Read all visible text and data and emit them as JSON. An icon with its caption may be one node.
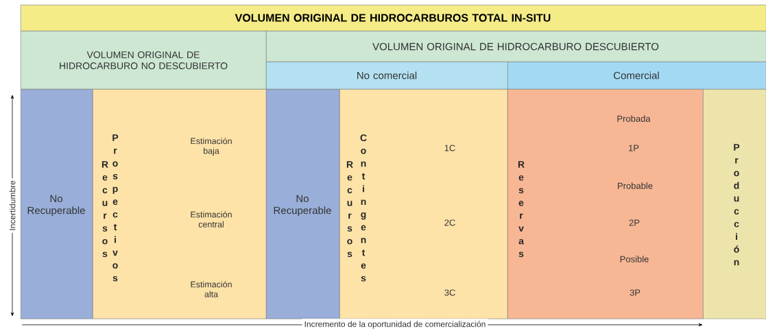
{
  "diagram": {
    "nodes": [
      {
        "text": [
          "VOLUMEN ORIGINAL DE HIDROCARBUROS TOTAL IN-SITU"
        ]
      },
      {
        "text": [
          "VOLUMEN ORIGINAL DE HIDROCARBURO NO DESCUBIERTO"
        ]
      },
      {
        "text": [
          "VOLUMEN ORIGINAL DE HIDROCARBURO DESCUBIERTO"
        ]
      },
      {
        "text": [
          "No comercial"
        ]
      },
      {
        "text": [
          "Comercial"
        ]
      },
      {
        "text": [
          "No Recuperable"
        ]
      },
      {
        "text": [
          "Recursos",
          "Prospectivos",
          "Estimación baja",
          "Estimación central",
          "Estimación alta"
        ]
      },
      {
        "text": [
          "No Recuperable"
        ]
      },
      {
        "text": [
          "Recursos",
          "Contingentes",
          "1C",
          "2C",
          "3C"
        ]
      },
      {
        "text": [
          "Reservas",
          "Probada",
          "1P",
          "Probable",
          "2P",
          "Posible",
          "3P"
        ]
      },
      {
        "text": [
          "Producción"
        ]
      }
    ],
    "labels": [
      "Incertidumbre",
      "Incremento de la oportunidad de comercialización"
    ]
  }
}
